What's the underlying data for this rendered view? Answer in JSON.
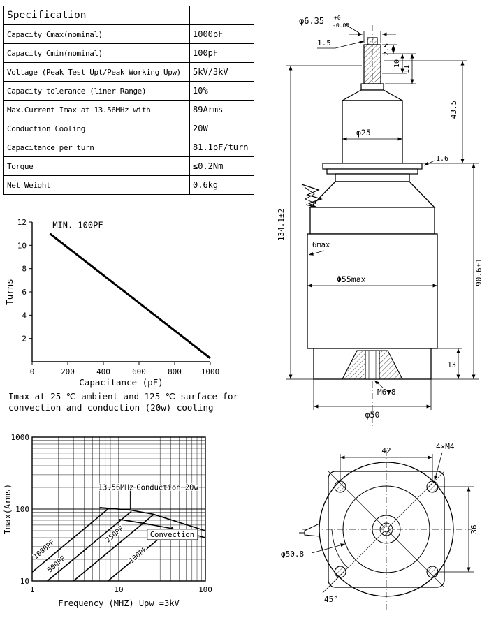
{
  "page": {
    "background": "#ffffff",
    "ink": "#000000"
  },
  "spec_table": {
    "title": "Specification",
    "rows": [
      {
        "label": "Capacity Cmax(nominal)",
        "value": "1000pF"
      },
      {
        "label": "Capacity Cmin(nominal)",
        "value": "100pF"
      },
      {
        "label": "Voltage (Peak Test Upt/Peak Working Upw)",
        "value": "5kV/3kV"
      },
      {
        "label": "Capacity tolerance (liner Range)",
        "value": "10%"
      },
      {
        "label": "Max.Current Imax at 13.56MHz with",
        "value": "89Arms"
      },
      {
        "label": "Conduction Cooling",
        "value": "20W"
      },
      {
        "label": "Capacitance per turn",
        "value": "81.1pF/turn"
      },
      {
        "label": "Torque",
        "value": "≤0.2Nm"
      },
      {
        "label": "Net Weight",
        "value": "0.6kg"
      }
    ]
  },
  "caption": "Imax at 25 ℃ ambient and 125 ℃ surface for\nconvection and conduction (20w) cooling",
  "chart_data": [
    {
      "id": "turns-vs-capacitance",
      "type": "line",
      "title": "",
      "annotation": "MIN. 100PF",
      "annotation_at": [
        115,
        11.5
      ],
      "xlabel": "Capacitance (pF)",
      "ylabel": "Turns",
      "xlim": [
        0,
        1000
      ],
      "ylim": [
        0,
        12
      ],
      "xticks": [
        0,
        200,
        400,
        600,
        800,
        1000
      ],
      "yticks": [
        2,
        4,
        6,
        8,
        10,
        12
      ],
      "grid": false,
      "series": [
        {
          "name": "turns",
          "points": [
            [
              100,
              11
            ],
            [
              1000,
              0.3
            ]
          ]
        }
      ]
    },
    {
      "id": "imax-vs-frequency",
      "type": "line",
      "xscale": "log",
      "yscale": "log",
      "xlabel": "Frequency (MHZ) Upw =3kV",
      "ylabel": "Imax(Arms)",
      "xlim": [
        1,
        100
      ],
      "ylim": [
        10,
        1000
      ],
      "xticks": [
        1,
        10,
        100
      ],
      "yticks": [
        10,
        100,
        1000
      ],
      "grid": true,
      "series": [
        {
          "name": "1000PF",
          "points": [
            [
              1,
              13.3
            ],
            [
              7.5,
              100
            ]
          ],
          "label_at": [
            1.1,
            20
          ],
          "label_rotate": -40
        },
        {
          "name": "500PF",
          "points": [
            [
              1.5,
              10
            ],
            [
              14,
              93
            ]
          ],
          "label_at": [
            1.6,
            13
          ],
          "label_rotate": -40
        },
        {
          "name": "250PF",
          "points": [
            [
              3,
              10
            ],
            [
              25,
              83
            ]
          ],
          "label_at": [
            7.5,
            34
          ],
          "label_rotate": -40
        },
        {
          "name": "100PF",
          "points": [
            [
              7.5,
              10
            ],
            [
              42,
              56
            ]
          ],
          "label_at": [
            14,
            17.5
          ],
          "label_rotate": -40
        },
        {
          "name": "Conduction 20w",
          "points": [
            [
              6,
              105
            ],
            [
              13.56,
              97
            ],
            [
              25,
              85
            ],
            [
              100,
              50
            ]
          ],
          "label_at": null
        },
        {
          "name": "Convection",
          "points": [
            [
              10,
              72
            ],
            [
              20,
              63
            ],
            [
              40,
              54
            ],
            [
              100,
              40
            ]
          ],
          "label_at": null
        }
      ],
      "annotations": [
        {
          "text": "13.56MHz",
          "at": [
            5.8,
            185
          ]
        },
        {
          "text": "Conduction 20w",
          "at": [
            16,
            185
          ]
        },
        {
          "text": "Convection",
          "at": [
            23,
            41
          ],
          "boxed": true
        }
      ],
      "marker_line": {
        "x": 13.56,
        "y_from": 100,
        "y_to": 205
      }
    }
  ],
  "side_view": {
    "labels": {
      "shaft_dia": "φ6.35",
      "shaft_tol_up": "+0",
      "shaft_tol_dn": "-0.05",
      "dim_1_5": "1.5",
      "dim_2_5": "2.5",
      "dim_10": "10",
      "dim_11": "11",
      "dim_43_5": "43.5",
      "dia_25": "φ25",
      "dim_1_6": "1.6",
      "overall": "134.1±2",
      "wall": "6max",
      "dia_55": "Φ55max",
      "body": "90.6±1",
      "dim_13": "13",
      "thread": "M6▼8",
      "dia_50": "φ50"
    }
  },
  "bottom_view": {
    "labels": {
      "dim_42": "42",
      "holes": "4×M4",
      "dim_36": "36",
      "dia_50_8": "φ50.8",
      "angle": "45°"
    }
  }
}
